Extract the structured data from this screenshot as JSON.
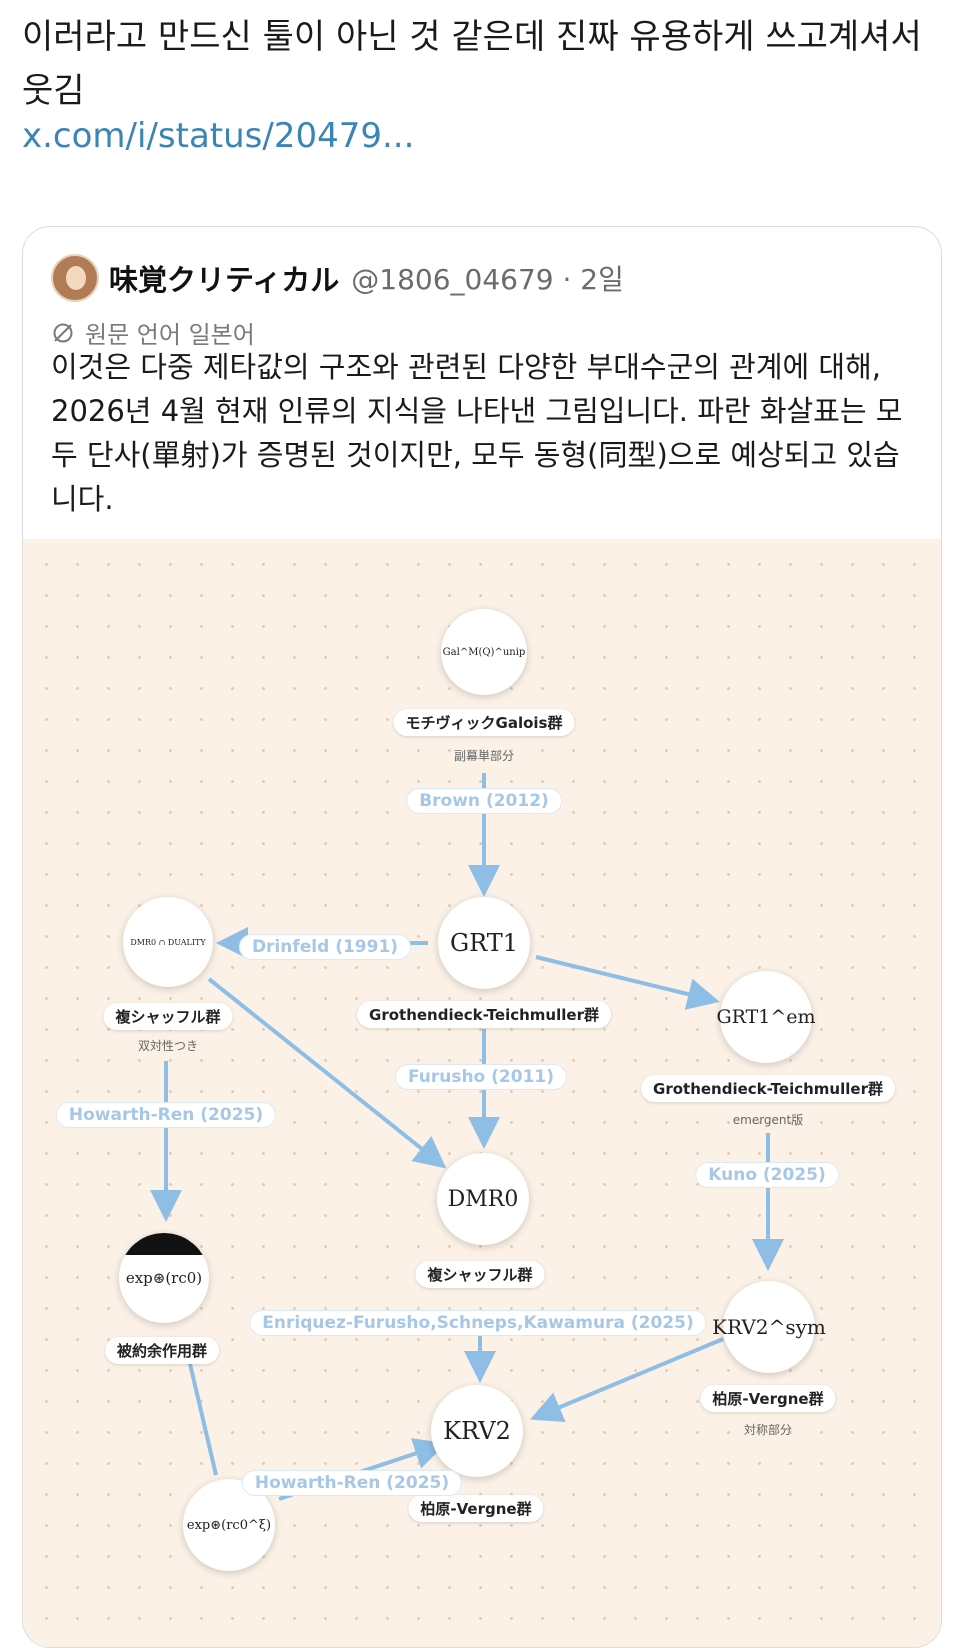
{
  "post": {
    "text": "이러라고 만드신 툴이 아닌 것 같은데 진짜 유용하게 쓰고계셔서 웃김",
    "link": "x.com/i/status/20479..."
  },
  "quote": {
    "author": "味覚クリティカル",
    "handle": "@1806_04679 · 2일",
    "translate_label": "원문 언어 일본어",
    "body": "이것은 다중 제타값의 구조와 관련된 다양한 부대수군의 관계에 대해, 2026년 4월 현재 인류의 지식을 나타낸 그림입니다. 파란 화살표는 모두 단사(單射)가 증명된 것이지만, 모두 동형(同型)으로 예상되고 있습니다.",
    "icons": {
      "avatar": "avatar-image",
      "translate": "translate-icon"
    }
  },
  "diagram": {
    "arrow_color": "#8ebde6",
    "background_color": "#fbf1e6",
    "nodes": {
      "gal": {
        "symbol": "Gal^M(Q)^unip",
        "label": "モチヴィックGalois群",
        "sub": "副幕単部分"
      },
      "grt1": {
        "symbol": "GRT1",
        "label": "Grothendieck-Teichmuller群"
      },
      "dmr_duality": {
        "symbol": "DMR0 ∩ DUALITY",
        "label": "複シャッフル群",
        "sub": "双対性つき"
      },
      "grt_em": {
        "symbol": "GRT1^em",
        "label": "Grothendieck-Teichmuller群",
        "sub": "emergent版"
      },
      "dmr0": {
        "symbol": "DMR0",
        "label": "複シャッフル群"
      },
      "exp_left": {
        "symbol": "exp⊛(rc0)",
        "label": "被約余作用群"
      },
      "krv_sym": {
        "symbol": "KRV2^sym",
        "label": "柏原-Vergne群",
        "sub": "対称部分"
      },
      "krv2": {
        "symbol": "KRV2",
        "label": "柏原-Vergne群"
      },
      "exp_bottom": {
        "symbol": "exp⊛(rc0^ξ)"
      }
    },
    "citations": {
      "brown": "Brown (2012)",
      "drinfeld": "Drinfeld (1991)",
      "furusho": "Furusho (2011)",
      "howarth_ren_left": "Howarth-Ren (2025)",
      "kuno": "Kuno (2025)",
      "efsk": "Enriquez-Furusho,Schneps,Kawamura (2025)",
      "howarth_ren_bottom": "Howarth-Ren (2025)"
    }
  }
}
